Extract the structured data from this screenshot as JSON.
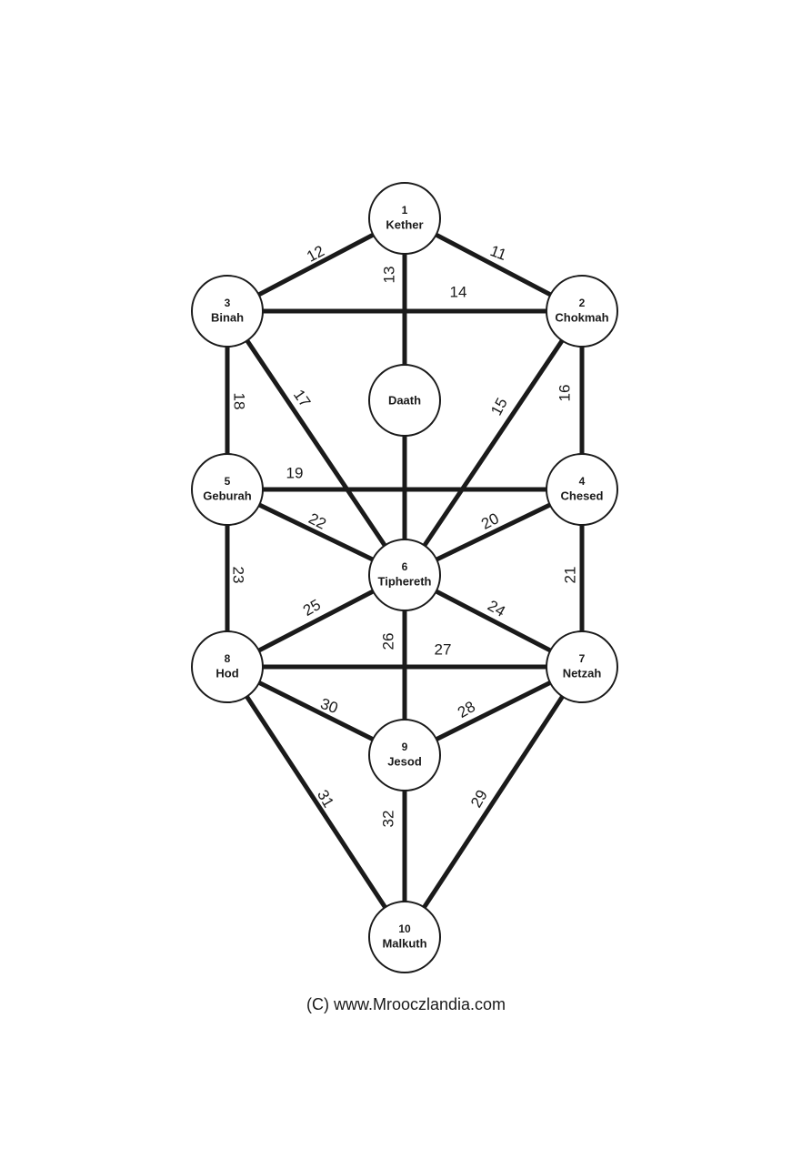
{
  "nodes": [
    {
      "id": "kether",
      "number": "1",
      "name": "Kether"
    },
    {
      "id": "chokmah",
      "number": "2",
      "name": "Chokmah"
    },
    {
      "id": "binah",
      "number": "3",
      "name": "Binah"
    },
    {
      "id": "daath",
      "number": "",
      "name": "Daath"
    },
    {
      "id": "chesed",
      "number": "4",
      "name": "Chesed"
    },
    {
      "id": "geburah",
      "number": "5",
      "name": "Geburah"
    },
    {
      "id": "tiphereth",
      "number": "6",
      "name": "Tiphereth"
    },
    {
      "id": "netzah",
      "number": "7",
      "name": "Netzah"
    },
    {
      "id": "hod",
      "number": "8",
      "name": "Hod"
    },
    {
      "id": "jesod",
      "number": "9",
      "name": "Jesod"
    },
    {
      "id": "malkuth",
      "number": "10",
      "name": "Malkuth"
    }
  ],
  "paths": [
    {
      "label": "11",
      "from": "kether",
      "to": "chokmah"
    },
    {
      "label": "12",
      "from": "kether",
      "to": "binah"
    },
    {
      "label": "13",
      "from": "kether",
      "to": "daath"
    },
    {
      "label": "14",
      "from": "binah",
      "to": "chokmah"
    },
    {
      "label": "15",
      "from": "chokmah",
      "to": "tiphereth"
    },
    {
      "label": "16",
      "from": "chokmah",
      "to": "chesed"
    },
    {
      "label": "17",
      "from": "binah",
      "to": "tiphereth"
    },
    {
      "label": "18",
      "from": "binah",
      "to": "geburah"
    },
    {
      "label": "",
      "from": "daath",
      "to": "tiphereth"
    },
    {
      "label": "19",
      "from": "geburah",
      "to": "chesed"
    },
    {
      "label": "20",
      "from": "chesed",
      "to": "tiphereth"
    },
    {
      "label": "21",
      "from": "chesed",
      "to": "netzah"
    },
    {
      "label": "22",
      "from": "geburah",
      "to": "tiphereth"
    },
    {
      "label": "23",
      "from": "geburah",
      "to": "hod"
    },
    {
      "label": "24",
      "from": "tiphereth",
      "to": "netzah"
    },
    {
      "label": "25",
      "from": "tiphereth",
      "to": "hod"
    },
    {
      "label": "26",
      "from": "tiphereth",
      "to": "jesod"
    },
    {
      "label": "27",
      "from": "hod",
      "to": "netzah"
    },
    {
      "label": "28",
      "from": "netzah",
      "to": "jesod"
    },
    {
      "label": "29",
      "from": "netzah",
      "to": "malkuth"
    },
    {
      "label": "30",
      "from": "hod",
      "to": "jesod"
    },
    {
      "label": "31",
      "from": "hod",
      "to": "malkuth"
    },
    {
      "label": "32",
      "from": "jesod",
      "to": "malkuth"
    }
  ],
  "footer": {
    "copyright": "(C) www.Mrooczlandia.com"
  }
}
